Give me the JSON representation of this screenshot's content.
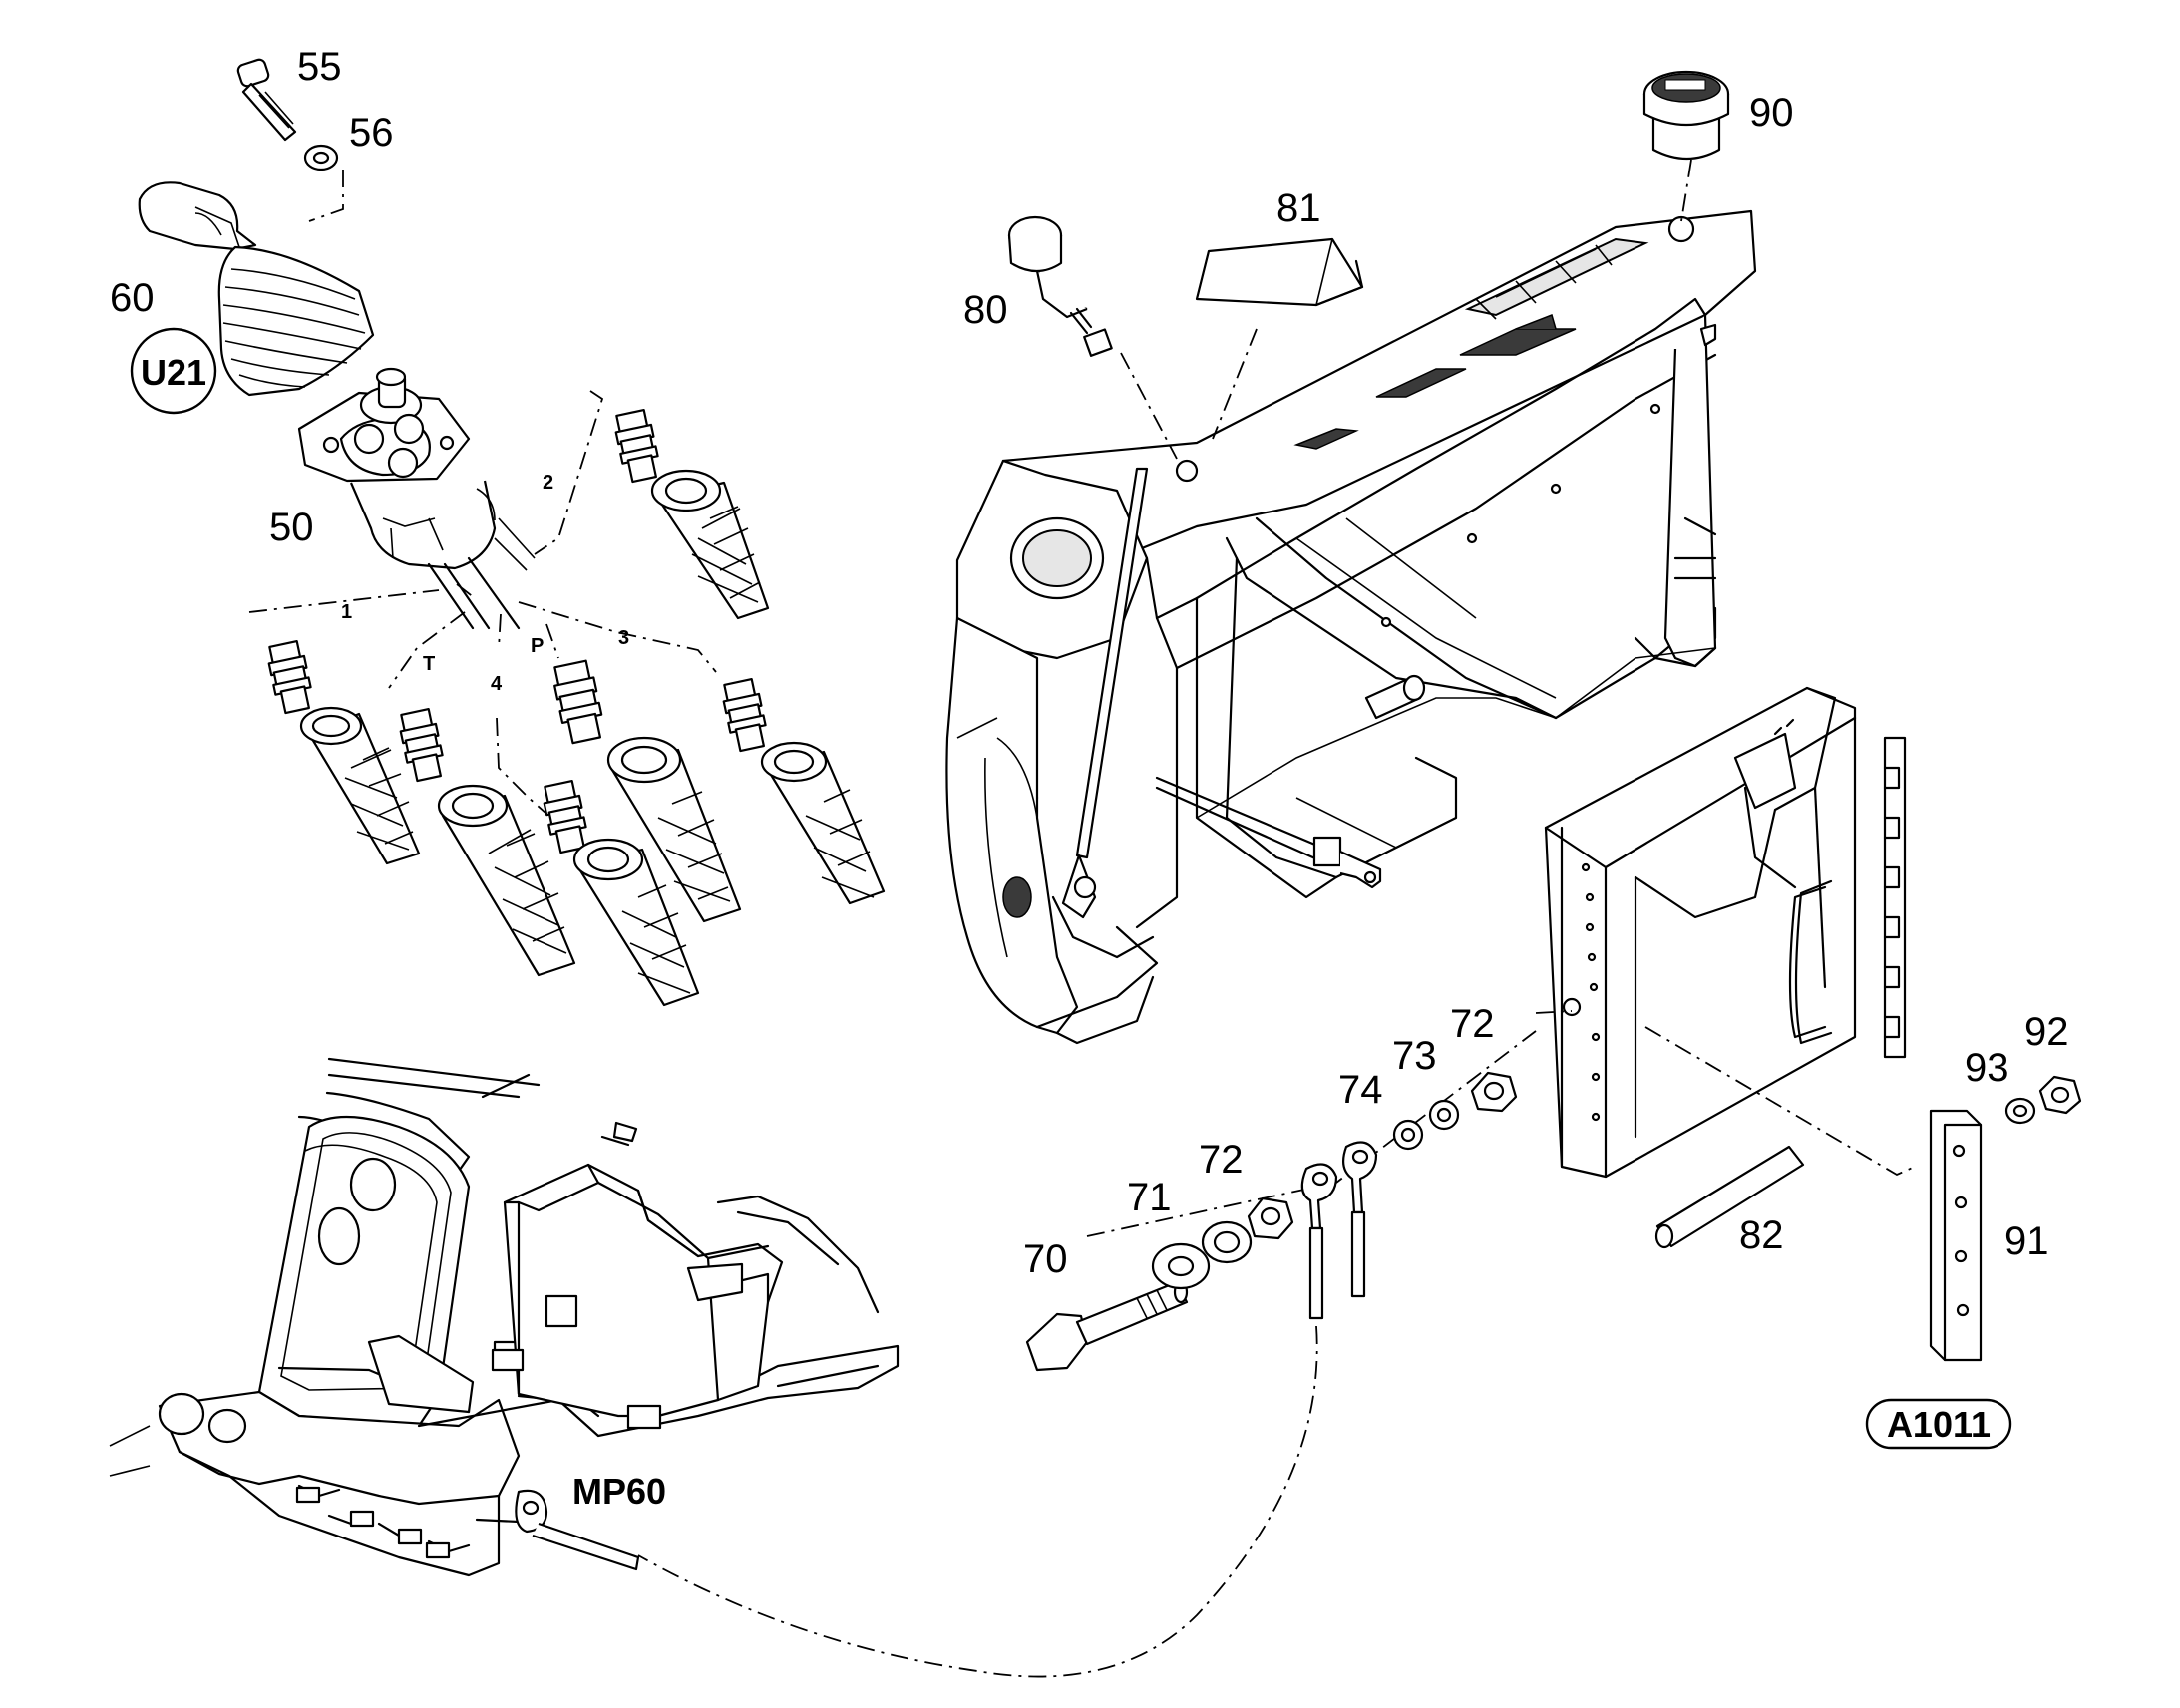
{
  "callouts": {
    "c55": "55",
    "c56": "56",
    "c60": "60",
    "c50": "50",
    "c80": "80",
    "c81": "81",
    "c90": "90",
    "c70": "70",
    "c71": "71",
    "c72a": "72",
    "c72b": "72",
    "c73": "73",
    "c74": "74",
    "c82": "82",
    "c91": "91",
    "c92": "92",
    "c93": "93"
  },
  "port_labels": {
    "p1": "1",
    "p2": "2",
    "p3": "3",
    "p4": "4",
    "pT": "T",
    "pP": "P"
  },
  "references": {
    "u21": "U21",
    "a1011": "A1011",
    "mp60": "MP60"
  }
}
